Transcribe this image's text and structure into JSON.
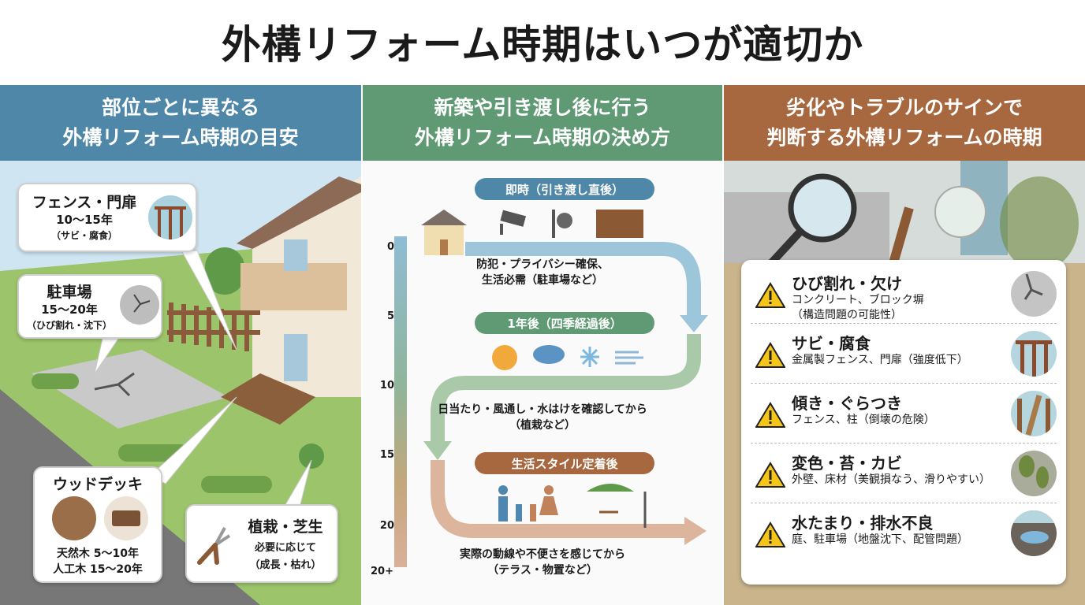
{
  "title": "外構リフォーム時期はいつが適切か",
  "columns": [
    {
      "heading_line1": "部位ごとに異なる",
      "heading_line2": "外構リフォーム時期の目安",
      "color": "#4e87a8"
    },
    {
      "heading_line1": "新築や引き渡し後に行う",
      "heading_line2": "外構リフォーム時期の決め方",
      "color": "#5f9a74"
    },
    {
      "heading_line1": "劣化やトラブルのサインで",
      "heading_line2": "判断する外構リフォームの時期",
      "color": "#a8683f"
    }
  ],
  "parts": {
    "fence": {
      "title": "フェンス・門扉",
      "period": "10〜15年",
      "note": "（サビ・腐食）"
    },
    "parking": {
      "title": "駐車場",
      "period": "15〜20年",
      "note": "（ひび割れ・沈下）"
    },
    "deck": {
      "title": "ウッドデッキ",
      "natural": "天然木 5〜10年",
      "artificial": "人工木 15〜20年"
    },
    "planting": {
      "title": "植栽・芝生",
      "line1": "必要に応じて",
      "line2": "（成長・枯れ）"
    }
  },
  "timeline": {
    "ticks": [
      "0",
      "5",
      "10",
      "15",
      "20",
      "20+"
    ],
    "stages": [
      {
        "label": "即時（引き渡し直後）",
        "color": "#4e87a8",
        "desc1": "防犯・プライバシー確保、",
        "desc2": "生活必需（駐車場など）"
      },
      {
        "label": "1年後（四季経過後）",
        "color": "#5f9a74",
        "desc1": "日当たり・風通し・水はけを確認してから",
        "desc2": "（植栽など）"
      },
      {
        "label": "生活スタイル定着後",
        "color": "#a8683f",
        "desc1": "実際の動線や不便さを感じてから",
        "desc2": "（テラス・物置など）"
      }
    ]
  },
  "signs": [
    {
      "title": "ひび割れ・欠け",
      "line1": "コンクリート、ブロック塀",
      "line2": "（構造問題の可能性）",
      "icon": "crack"
    },
    {
      "title": "サビ・腐食",
      "line1": "金属製フェンス、門扉（強度低下）",
      "line2": "",
      "icon": "rust"
    },
    {
      "title": "傾き・ぐらつき",
      "line1": "フェンス、柱（倒壊の危険）",
      "line2": "",
      "icon": "tilt"
    },
    {
      "title": "変色・苔・カビ",
      "line1": "外壁、床材（美観損なう、滑りやすい）",
      "line2": "",
      "icon": "moss"
    },
    {
      "title": "水たまり・排水不良",
      "line1": "庭、駐車場（地盤沈下、配管問題）",
      "line2": "",
      "icon": "puddle"
    }
  ]
}
